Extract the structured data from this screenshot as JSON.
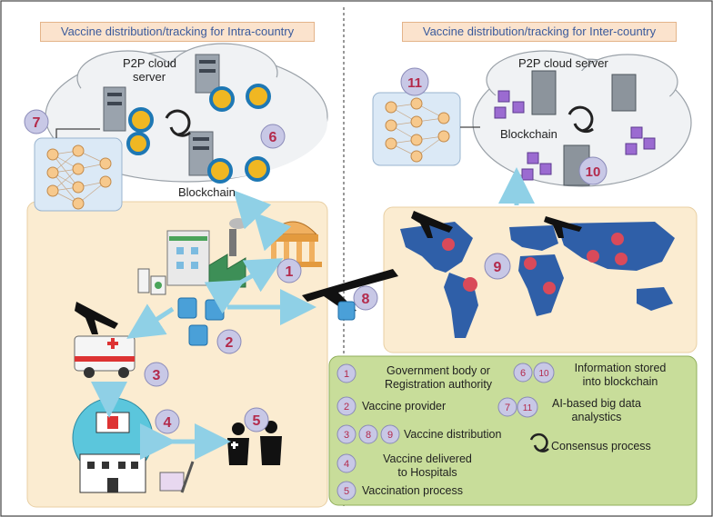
{
  "titles": {
    "intra": "Vaccine distribution/tracking for Intra-country",
    "inter": "Vaccine distribution/tracking for Inter-country"
  },
  "labels": {
    "p2p_left_line1": "P2P cloud",
    "p2p_left_line2": "server",
    "blockchain_left": "Blockchain",
    "p2p_right": "P2P cloud server",
    "blockchain_right": "Blockchain"
  },
  "badges": {
    "b1": "1",
    "b2": "2",
    "b3": "3",
    "b4": "4",
    "b5": "5",
    "b6": "6",
    "b7": "7",
    "b8": "8",
    "b9": "9",
    "b10": "10",
    "b11": "11"
  },
  "legend": {
    "gov_line1": "Government body or",
    "gov_line2": "Registration authority",
    "provider": "Vaccine provider",
    "distribution": "Vaccine distribution",
    "delivered_line1": "Vaccine delivered",
    "delivered_line2": "to Hospitals",
    "vaccination": "Vaccination process",
    "info_line1": "Information stored",
    "info_line2": "into blockchain",
    "ai_line1": "AI-based big data",
    "ai_line2": "analystics",
    "consensus": "Consensus process",
    "n1": "1",
    "n2": "2",
    "n3": "3",
    "n4": "4",
    "n5": "5",
    "n6": "6",
    "n7": "7",
    "n8": "8",
    "n9": "9",
    "n10": "10",
    "n11": "11"
  },
  "colors": {
    "badge_fill": "#c8c8e6",
    "badge_text": "#b32a4b",
    "panel_fill": "#fbecd1",
    "legend_fill": "#c8dd9a",
    "arrow": "#8fd0e6",
    "map_blue": "#2f5fa8",
    "cube_purple": "#9b6bd1"
  }
}
